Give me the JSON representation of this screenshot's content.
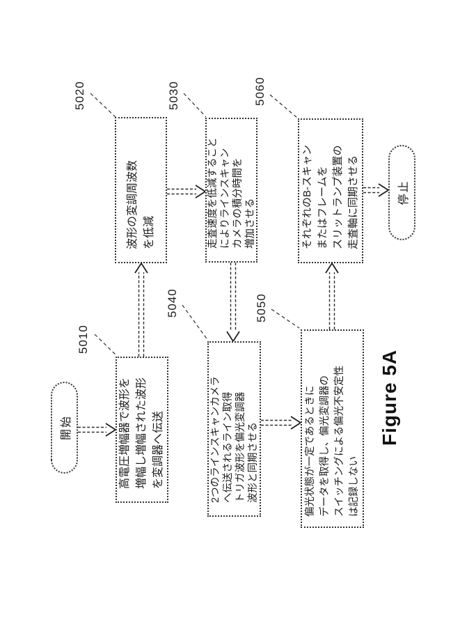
{
  "figure_label": "Figure 5A",
  "flowchart": {
    "start": {
      "label": "開始"
    },
    "stop": {
      "label": "停止"
    },
    "boxes": {
      "b5010": {
        "ref": "5010",
        "lines": [
          "高電圧増幅器で波形を",
          "増幅し増幅された波形",
          "を変調器へ伝送"
        ]
      },
      "b5020": {
        "ref": "5020",
        "lines": [
          "波形の変調周波数",
          "を低減"
        ]
      },
      "b5030": {
        "ref": "5030",
        "lines": [
          "走査速度を低減すること",
          "によりラインスキャン",
          "カメラの積分時間を",
          "増加させる"
        ]
      },
      "b5040": {
        "ref": "5040",
        "lines": [
          "2つのラインスキャンカメラ",
          "へ伝送されるライン取得",
          "トリガ波形を偏光変調器",
          "波形と同期させる"
        ]
      },
      "b5050": {
        "ref": "5050",
        "lines": [
          "偏光状態が一定であるときに",
          "データを取得し、偏光変調器の",
          "スイッチングによる偏光不安定性",
          "は記録しない"
        ]
      },
      "b5060": {
        "ref": "5060",
        "lines": [
          "それぞれのB-スキャン",
          "またはフレームを",
          "スリットランプ装置の",
          "走査軸に同期させる"
        ]
      }
    },
    "flow_order": "開始 → 5010 → 5020 → 5030 → 5040 → 5050 → 5060 → 停止"
  }
}
